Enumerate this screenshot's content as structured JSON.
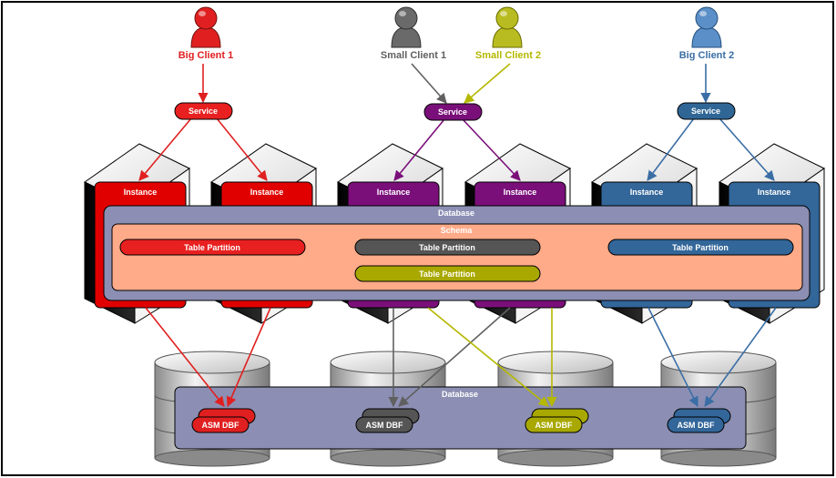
{
  "clients": [
    {
      "id": "big1",
      "label": "Big Client 1",
      "color": "#e02020"
    },
    {
      "id": "small1",
      "label": "Small Client 1",
      "color": "#606060"
    },
    {
      "id": "small2",
      "label": "Small Client 2",
      "color": "#b5b800"
    },
    {
      "id": "big2",
      "label": "Big Client 2",
      "color": "#3a6ea5"
    }
  ],
  "services": [
    {
      "label": "Service",
      "color": "#e02020"
    },
    {
      "label": "Service",
      "color": "#7a0f7a"
    },
    {
      "label": "Service",
      "color": "#2f6696"
    }
  ],
  "instances": [
    {
      "label": "Instance",
      "color": "#e00000"
    },
    {
      "label": "Instance",
      "color": "#e00000"
    },
    {
      "label": "Instance",
      "color": "#7a0f7a"
    },
    {
      "label": "Instance",
      "color": "#7a0f7a"
    },
    {
      "label": "Instance",
      "color": "#336699"
    },
    {
      "label": "Instance",
      "color": "#336699"
    }
  ],
  "database_top": {
    "label": "Database",
    "color": "#8c8fb3"
  },
  "schema": {
    "label": "Schema",
    "color": "#ffaa88"
  },
  "partitions": [
    {
      "label": "Table Partition",
      "color": "#e82020"
    },
    {
      "label": "Table Partition",
      "color": "#555555"
    },
    {
      "label": "Table Partition",
      "color": "#a8a800"
    },
    {
      "label": "Table Partition",
      "color": "#336699"
    }
  ],
  "database_bottom": {
    "label": "Database",
    "color": "#8c8fb3"
  },
  "asm": [
    {
      "label": "ASM DBF",
      "color": "#e02020"
    },
    {
      "label": "ASM DBF",
      "color": "#555555"
    },
    {
      "label": "ASM DBF",
      "color": "#a8a800"
    },
    {
      "label": "ASM DBF",
      "color": "#336699"
    }
  ]
}
